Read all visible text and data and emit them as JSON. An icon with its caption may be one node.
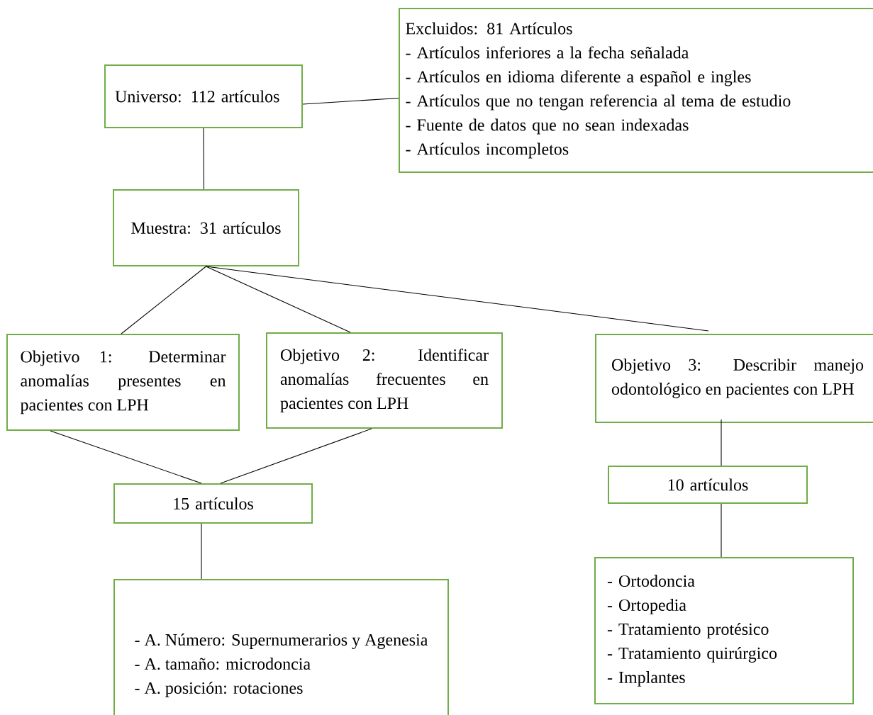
{
  "diagram": {
    "nodes": [
      {
        "text": [
          "Universo: 112 artículos"
        ]
      },
      {
        "text": [
          "Excluidos: 81 Artículos",
          "- Artículos inferiores a la fecha señalada",
          "- Artículos en idioma diferente a español e ingles",
          "- Artículos que no tengan referencia al tema de estudio",
          "- Fuente de datos que no sean indexadas",
          "- Artículos incompletos"
        ]
      },
      {
        "text": [
          "Muestra: 31 artículos"
        ]
      },
      {
        "text": [
          "Objetivo 1: Determinar anomalías presentes en pacientes con LPH"
        ]
      },
      {
        "text": [
          "Objetivo 2: Identificar anomalías frecuentes en pacientes con LPH"
        ]
      },
      {
        "text": [
          "Objetivo 3: Describir manejo odontológico en pacientes con LPH"
        ]
      },
      {
        "text": [
          "15 artículos"
        ]
      },
      {
        "text": [
          "10 artículos"
        ]
      },
      {
        "text": [
          "- A. Número: Supernumerarios y Agenesia",
          "- A. tamaño: microdoncia",
          "- A. posición: rotaciones"
        ]
      },
      {
        "text": [
          "- Ortodoncia",
          "- Ortopedia",
          "- Tratamiento protésico",
          "- Tratamiento quirúrgico",
          "- Implantes"
        ]
      }
    ],
    "edges": [
      {
        "from": 0,
        "to": 1,
        "arrow": "none"
      },
      {
        "from": 0,
        "to": 2,
        "arrow": "none"
      },
      {
        "from": 2,
        "to": 3,
        "arrow": "none"
      },
      {
        "from": 2,
        "to": 4,
        "arrow": "none"
      },
      {
        "from": 2,
        "to": 5,
        "arrow": "none"
      },
      {
        "from": 3,
        "to": 6,
        "arrow": "none"
      },
      {
        "from": 4,
        "to": 6,
        "arrow": "none"
      },
      {
        "from": 5,
        "to": 7,
        "arrow": "none"
      },
      {
        "from": 6,
        "to": 8,
        "arrow": "none"
      },
      {
        "from": 7,
        "to": 9,
        "arrow": "none"
      }
    ]
  }
}
